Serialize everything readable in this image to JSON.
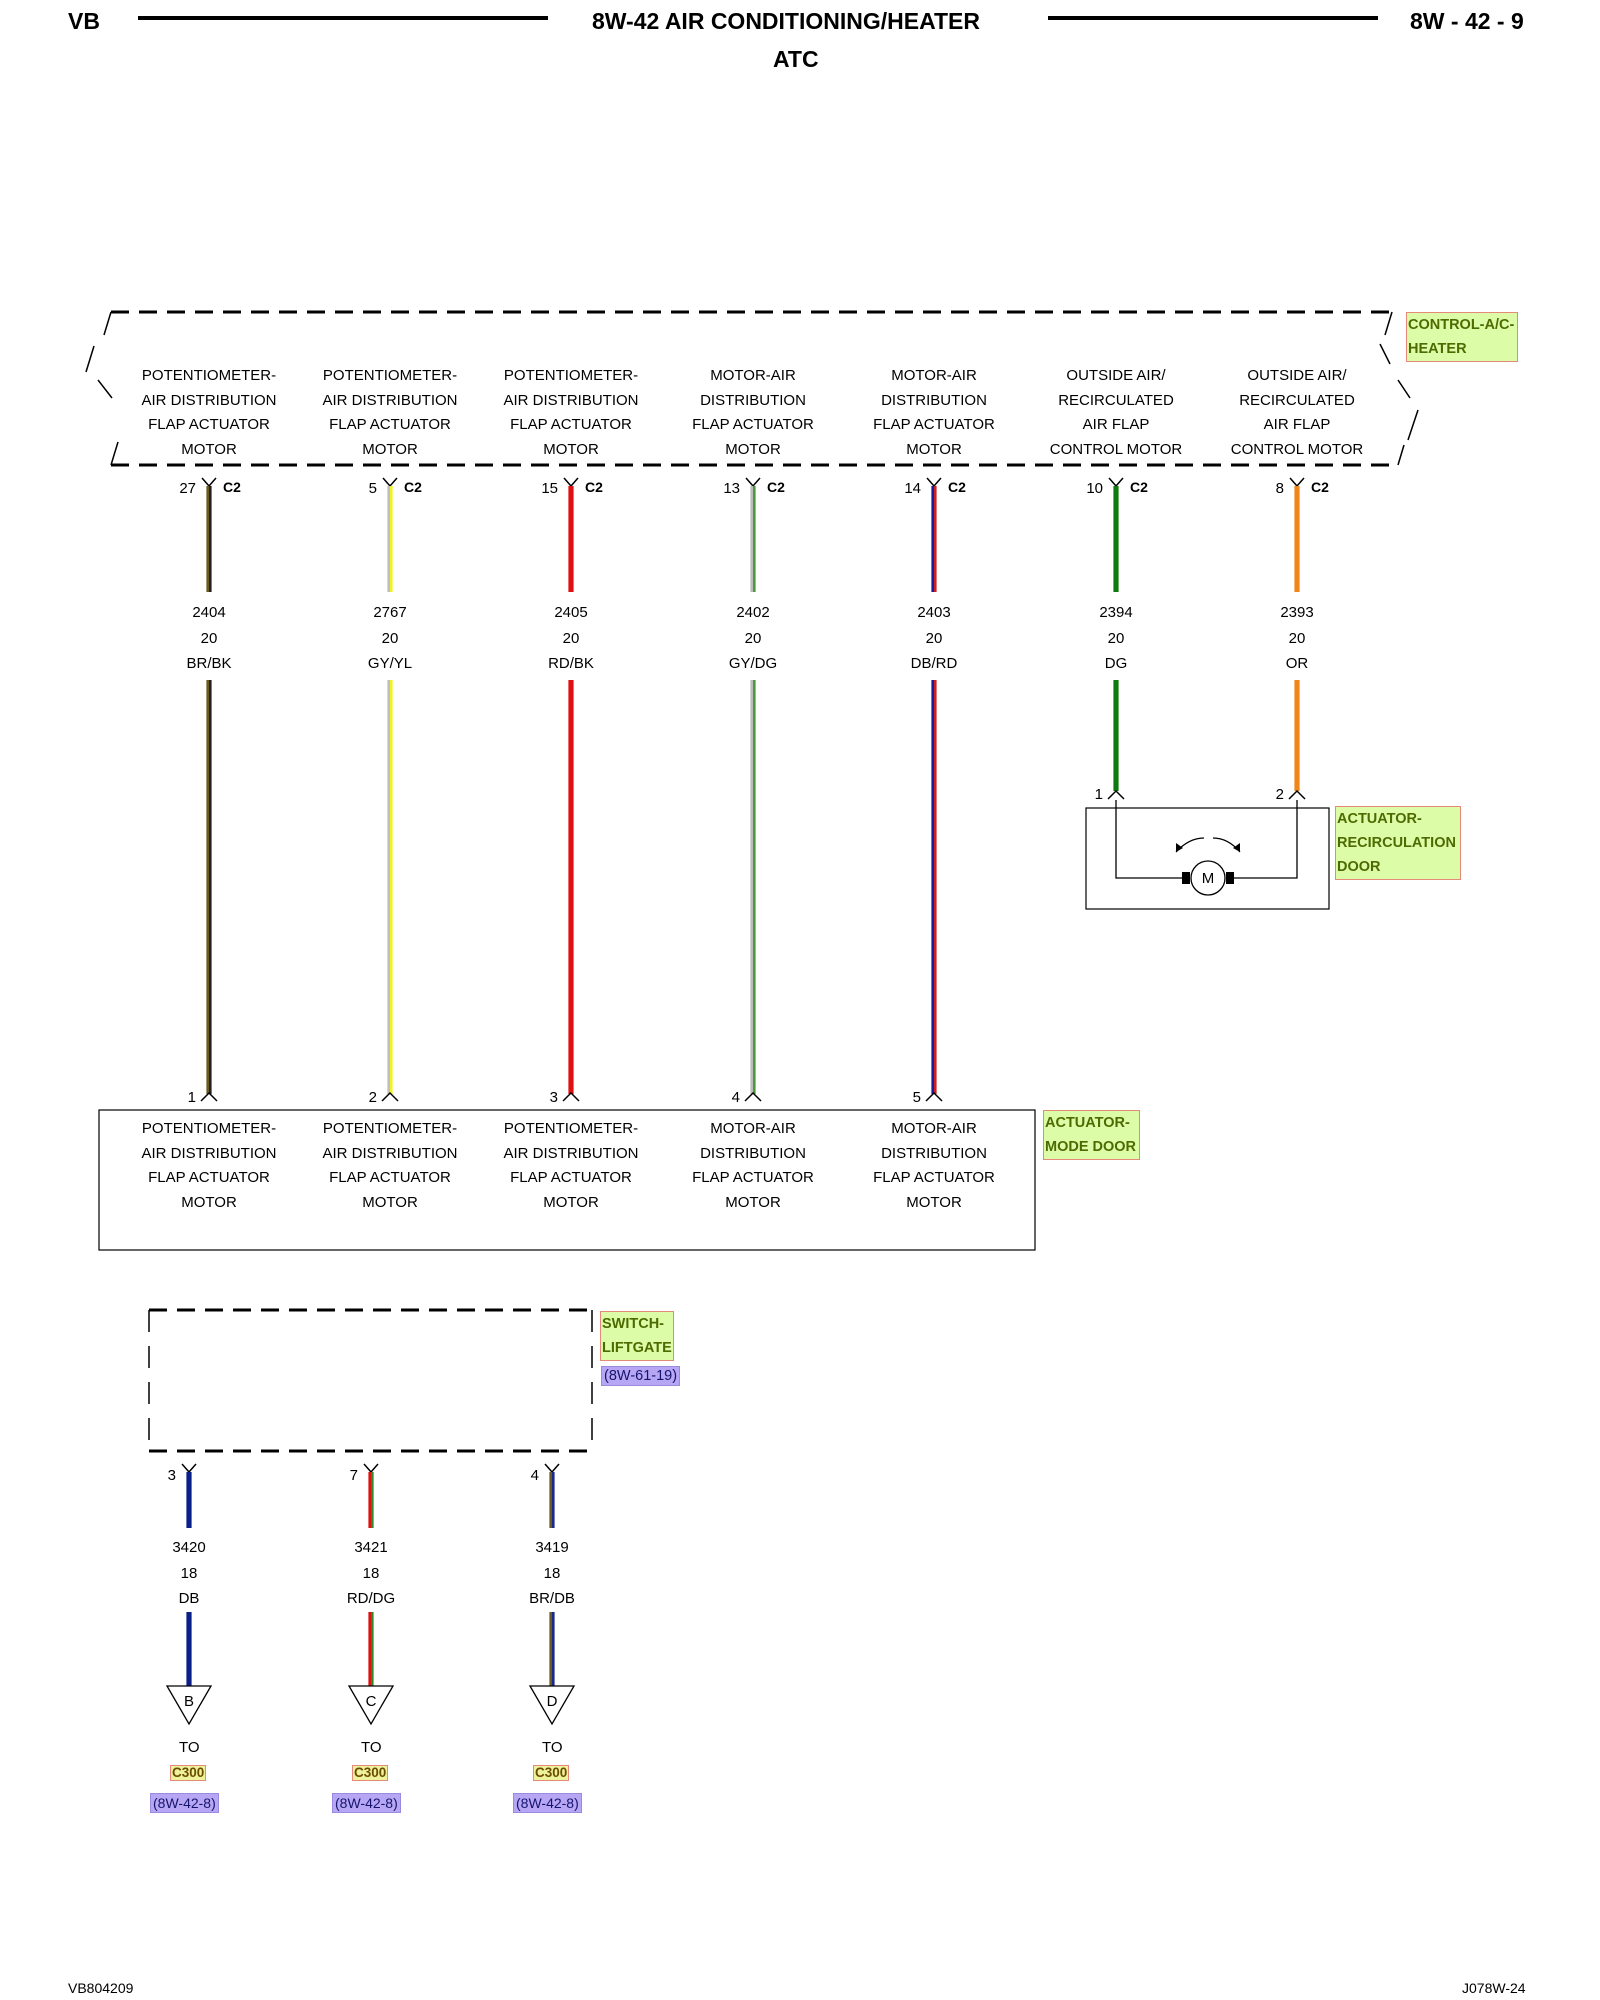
{
  "header": {
    "left": "VB",
    "title": "8W-42 AIR CONDITIONING/HEATER",
    "subtitle": "ATC",
    "page": "8W - 42 - 9"
  },
  "footer": {
    "left": "VB804209",
    "right": "J078W-24"
  },
  "module": {
    "label": "CONTROL-A/C-HEATER",
    "pins": [
      {
        "desc": [
          "POTENTIOMETER-",
          "AIR DISTRIBUTION",
          "FLAP ACTUATOR",
          "MOTOR"
        ],
        "pin": "27",
        "conn": "C2",
        "circuit": "2404",
        "gauge": "20",
        "color": "BR/BK",
        "c1": "#6b5a1e",
        "c2": "#222222"
      },
      {
        "desc": [
          "POTENTIOMETER-",
          "AIR DISTRIBUTION",
          "FLAP ACTUATOR",
          "MOTOR"
        ],
        "pin": "5",
        "conn": "C2",
        "circuit": "2767",
        "gauge": "20",
        "color": "GY/YL",
        "c1": "#bfbfbf",
        "c2": "#f2f226"
      },
      {
        "desc": [
          "POTENTIOMETER-",
          "AIR DISTRIBUTION",
          "FLAP ACTUATOR",
          "MOTOR"
        ],
        "pin": "15",
        "conn": "C2",
        "circuit": "2405",
        "gauge": "20",
        "color": "RD/BK",
        "c1": "#e01010",
        "c2": "#e01010"
      },
      {
        "desc": [
          "MOTOR-AIR",
          "DISTRIBUTION",
          "FLAP ACTUATOR",
          "MOTOR"
        ],
        "pin": "13",
        "conn": "C2",
        "circuit": "2402",
        "gauge": "20",
        "color": "GY/DG",
        "c1": "#bcbcbc",
        "c2": "#4a9a3a"
      },
      {
        "desc": [
          "MOTOR-AIR",
          "DISTRIBUTION",
          "FLAP ACTUATOR",
          "MOTOR"
        ],
        "pin": "14",
        "conn": "C2",
        "circuit": "2403",
        "gauge": "20",
        "color": "DB/RD",
        "c1": "#1a1a9a",
        "c2": "#cc2020"
      },
      {
        "desc": [
          "OUTSIDE AIR/",
          "RECIRCULATED",
          "AIR FLAP",
          "CONTROL MOTOR"
        ],
        "pin": "10",
        "conn": "C2",
        "circuit": "2394",
        "gauge": "20",
        "color": "DG",
        "c1": "#0e7a0e",
        "c2": "#0e7a0e"
      },
      {
        "desc": [
          "OUTSIDE AIR/",
          "RECIRCULATED",
          "AIR FLAP",
          "CONTROL MOTOR"
        ],
        "pin": "8",
        "conn": "C2",
        "circuit": "2393",
        "gauge": "20",
        "color": "OR",
        "c1": "#f0861a",
        "c2": "#f0861a"
      }
    ]
  },
  "recirc_actuator": {
    "label": "ACTUATOR-RECIRCULATION DOOR",
    "pin_left": "1",
    "pin_right": "2",
    "motor": "M"
  },
  "mode_actuator": {
    "label": "ACTUATOR-MODE DOOR",
    "pins": [
      {
        "pin": "1",
        "desc": [
          "POTENTIOMETER-",
          "AIR DISTRIBUTION",
          "FLAP ACTUATOR",
          "MOTOR"
        ]
      },
      {
        "pin": "2",
        "desc": [
          "POTENTIOMETER-",
          "AIR DISTRIBUTION",
          "FLAP ACTUATOR",
          "MOTOR"
        ]
      },
      {
        "pin": "3",
        "desc": [
          "POTENTIOMETER-",
          "AIR DISTRIBUTION",
          "FLAP ACTUATOR",
          "MOTOR"
        ]
      },
      {
        "pin": "4",
        "desc": [
          "MOTOR-AIR",
          "DISTRIBUTION",
          "FLAP ACTUATOR",
          "MOTOR"
        ]
      },
      {
        "pin": "5",
        "desc": [
          "MOTOR-AIR",
          "DISTRIBUTION",
          "FLAP ACTUATOR",
          "MOTOR"
        ]
      }
    ]
  },
  "liftgate_switch": {
    "label": "SWITCH-LIFTGATE",
    "ref": "(8W-61-19)",
    "wires": [
      {
        "pin": "3",
        "circuit": "3420",
        "gauge": "18",
        "color": "DB",
        "c1": "#0a1f8a",
        "c2": "#0a1f8a",
        "dest": "B",
        "to": "TO",
        "conn": "C300",
        "ref": "(8W-42-8)"
      },
      {
        "pin": "7",
        "circuit": "3421",
        "gauge": "18",
        "color": "RD/DG",
        "c1": "#e01010",
        "c2": "#2a8a2a",
        "dest": "C",
        "to": "TO",
        "conn": "C300",
        "ref": "(8W-42-8)"
      },
      {
        "pin": "4",
        "circuit": "3419",
        "gauge": "18",
        "color": "BR/DB",
        "c1": "#6b5a1e",
        "c2": "#1a2a8a",
        "dest": "D",
        "to": "TO",
        "conn": "C300",
        "ref": "(8W-42-8)"
      }
    ]
  }
}
